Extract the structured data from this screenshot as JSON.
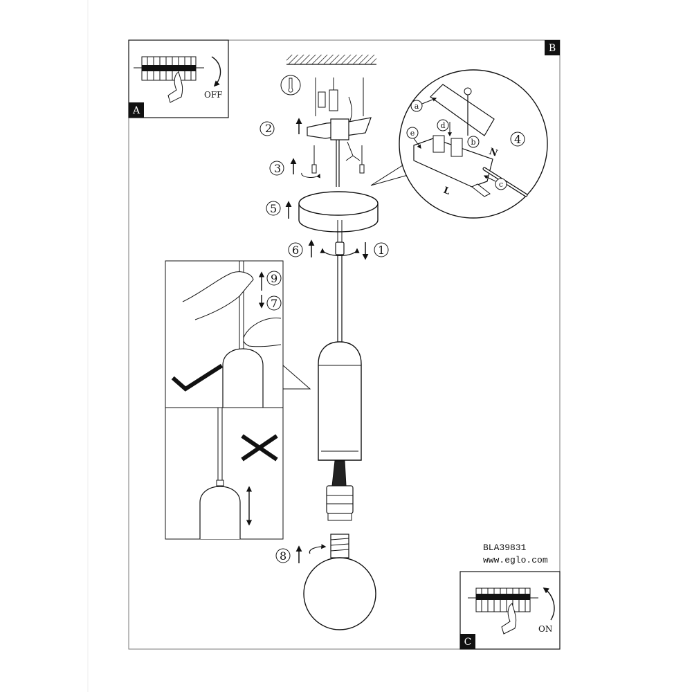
{
  "panel_labels": {
    "a": "A",
    "b": "B",
    "c": "C"
  },
  "switch_off_label": "OFF",
  "switch_on_label": "ON",
  "steps": {
    "s1": "1",
    "s2": "2",
    "s3": "3",
    "s4": "4",
    "s5": "5",
    "s6": "6",
    "s7": "7",
    "s8": "8",
    "s9": "9"
  },
  "terminal_letters": {
    "a": "a",
    "b": "b",
    "c": "c",
    "d": "d",
    "e": "e"
  },
  "wire_labels": {
    "neutral": "N",
    "live": "L"
  },
  "product_code": "BLA39831",
  "website": "www.eglo.com",
  "colors": {
    "line": "#111111",
    "paper": "#ffffff",
    "panel_label_bg": "#111111",
    "panel_label_fg": "#ffffff"
  }
}
